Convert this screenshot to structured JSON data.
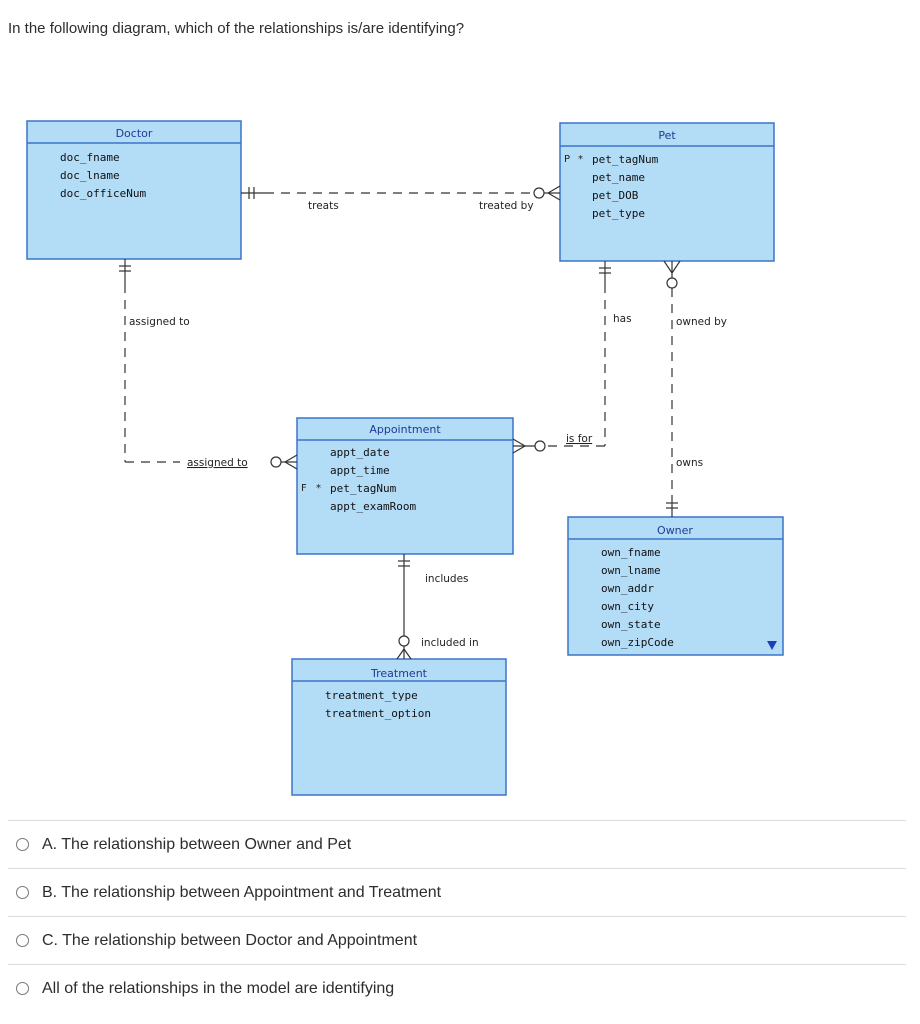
{
  "question": "In the following diagram, which of the relationships is/are identifying?",
  "entities": {
    "doctor": {
      "title": "Doctor",
      "attributes": [
        "doc_fname",
        "doc_lname",
        "doc_officeNum"
      ]
    },
    "pet": {
      "title": "Pet",
      "key_markers": [
        "P",
        "*"
      ],
      "attributes": [
        "pet_tagNum",
        "pet_name",
        "pet_DOB",
        "pet_type"
      ]
    },
    "appointment": {
      "title": "Appointment",
      "key_markers": [
        "F",
        "*"
      ],
      "attributes": [
        "appt_date",
        "appt_time",
        "pet_tagNum",
        "appt_examRoom"
      ]
    },
    "owner": {
      "title": "Owner",
      "attributes": [
        "own_fname",
        "own_lname",
        "own_addr",
        "own_city",
        "own_state",
        "own_zipCode"
      ]
    },
    "treatment": {
      "title": "Treatment",
      "attributes": [
        "treatment_type",
        "treatment_option"
      ]
    }
  },
  "relationships": {
    "doctor_pet": {
      "forward": "treats",
      "reverse": "treated by"
    },
    "doctor_appointment": {
      "forward": "assigned to",
      "reverse": "assigned to"
    },
    "pet_appointment": {
      "forward": "has",
      "reverse": "is for"
    },
    "owner_pet": {
      "forward": "owns",
      "reverse": "owned by"
    },
    "appointment_treatment": {
      "forward": "includes",
      "reverse": "included in"
    }
  },
  "options": [
    {
      "label": "A. The relationship between Owner and Pet"
    },
    {
      "label": "B. The relationship between Appointment and Treatment"
    },
    {
      "label": "C. The relationship between Doctor and Appointment"
    },
    {
      "label": "All of the relationships in the model are identifying"
    }
  ],
  "colors": {
    "entity_fill": "#b3dcf7",
    "entity_border": "#3b74c7",
    "title_text": "#1f3a93"
  }
}
